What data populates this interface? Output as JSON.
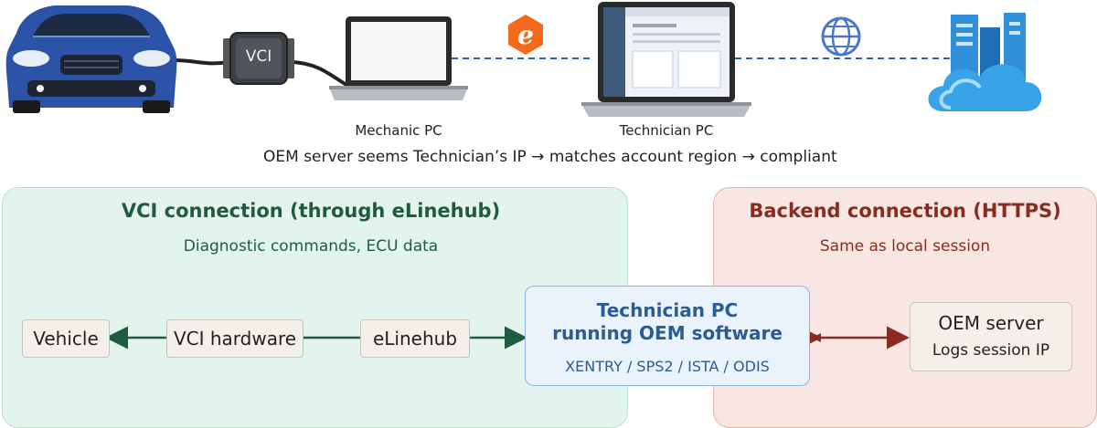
{
  "top": {
    "vci_label": "VCI",
    "mechanic_pc": "Mechanic PC",
    "technician_pc": "Technician PC",
    "flow_note": "OEM server seems Technician’s IP → matches account region → compliant",
    "elinehub_logo_letter": "e"
  },
  "left_panel": {
    "title": "VCI connection (through eLinehub)",
    "subtitle": "Diagnostic commands, ECU data",
    "nodes": [
      "Vehicle",
      "VCI hardware",
      "eLinehub"
    ]
  },
  "center": {
    "title_line1": "Technician PC",
    "title_line2": "running OEM software",
    "software": "XENTRY / SPS2 / ISTA / ODIS"
  },
  "right_panel": {
    "title": "Backend connection (HTTPS)",
    "subtitle": "Same as local session",
    "server_title": "OEM server",
    "server_sub": "Logs session IP"
  },
  "colors": {
    "green_arrow": "#1f5b3f",
    "red_arrow": "#8a2b22",
    "dashed_link": "#2f5fa8",
    "car_body": "#2b54a8"
  },
  "icons": [
    "car-icon",
    "vci-device-icon",
    "laptop-icon",
    "elinehub-logo-icon",
    "globe-icon",
    "cloud-server-icon"
  ]
}
